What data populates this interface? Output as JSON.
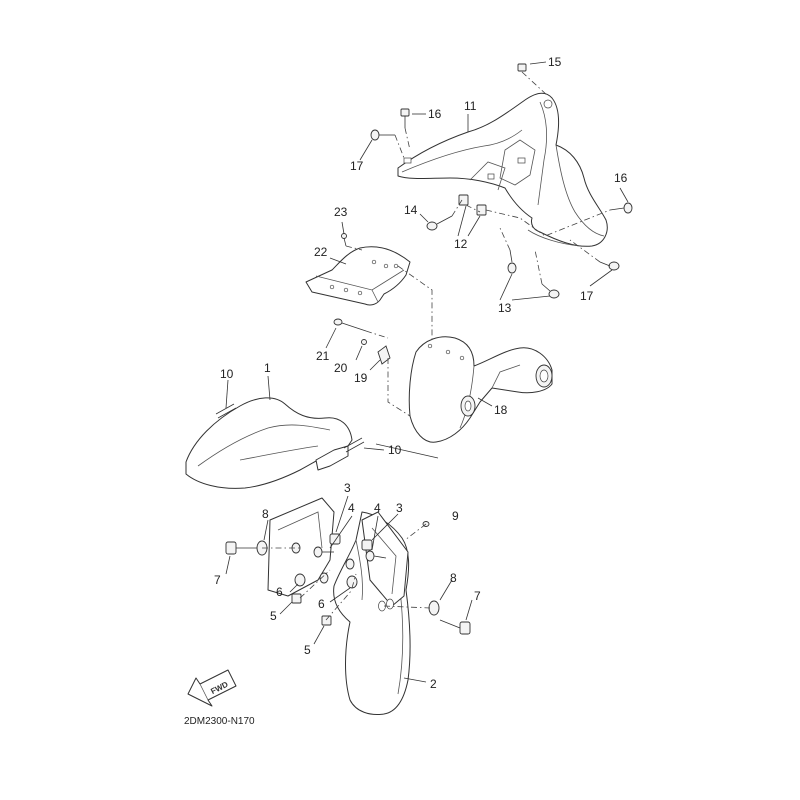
{
  "diagram_code": "2DM2300-N170",
  "fwd_label": "FWD",
  "callouts": {
    "c1": "1",
    "c2": "2",
    "c3a": "3",
    "c3b": "3",
    "c4a": "4",
    "c4b": "4",
    "c5a": "5",
    "c5b": "5",
    "c6a": "6",
    "c6b": "6",
    "c7a": "7",
    "c7b": "7",
    "c8a": "8",
    "c8b": "8",
    "c9": "9",
    "c10a": "10",
    "c10b": "10",
    "c11": "11",
    "c12": "12",
    "c13": "13",
    "c14": "14",
    "c15": "15",
    "c16a": "16",
    "c16b": "16",
    "c17a": "17",
    "c17b": "17",
    "c18": "18",
    "c19": "19",
    "c20": "20",
    "c21": "21",
    "c22": "22",
    "c23": "23"
  }
}
